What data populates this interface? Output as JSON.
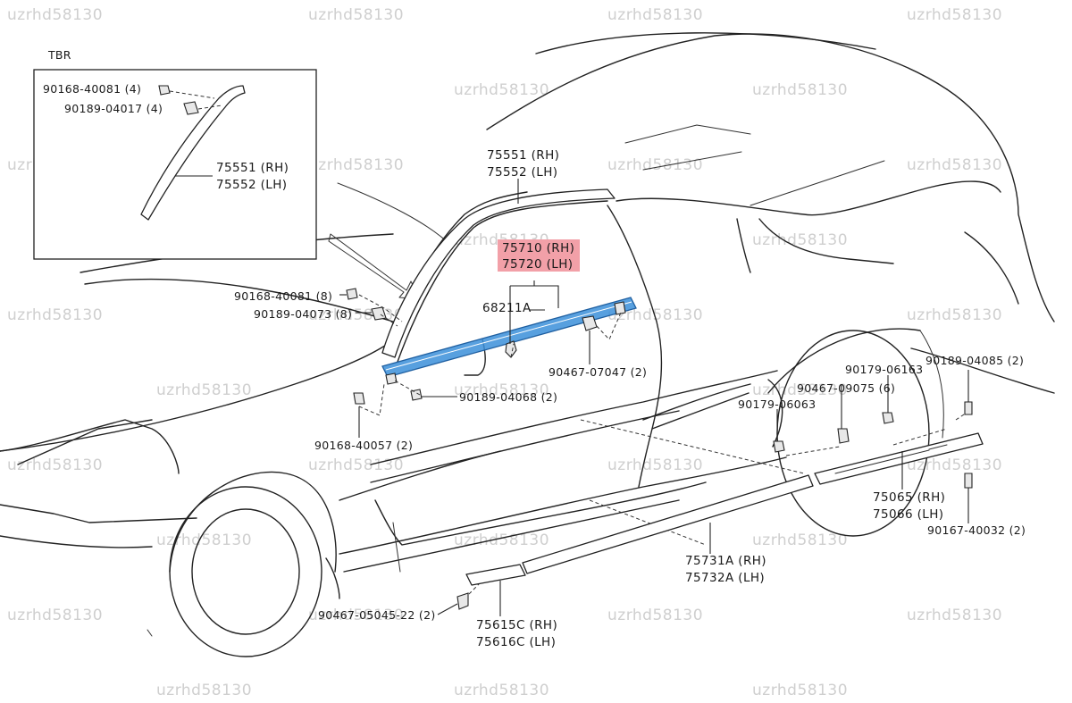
{
  "inset": {
    "title": "TBR",
    "labels": [
      "90168-40081 (4)",
      "90189-04017 (4)",
      "75551 (RH)",
      "75552 (LH)"
    ]
  },
  "parts": {
    "roof_molding": [
      "75551 (RH)",
      "75552 (LH)"
    ],
    "belt_molding": [
      "75710 (RH)",
      "75720 (LH)"
    ],
    "belt_clip": "68211A",
    "clip_a": [
      "90168-40081 (8)",
      "90189-04073 (8)"
    ],
    "clip_b": "90467-07047 (2)",
    "clip_c": "90189-04068 (2)",
    "clip_d": "90168-40057 (2)",
    "rear_clips": [
      "90179-06163",
      "90467-09075 (6)",
      "90179-06063"
    ],
    "screw_top": "90189-04085 (2)",
    "screw_bottom": "90167-40032 (2)",
    "rocker_rear": [
      "75065 (RH)",
      "75066 (LH)"
    ],
    "rocker_main": [
      "75731A (RH)",
      "75732A (LH)"
    ],
    "rocker_front": [
      "75615C (RH)",
      "75616C (LH)"
    ],
    "front_clip": "90467-05045-22 (2)"
  },
  "watermark": "uzrhd58130",
  "colors": {
    "highlight_label": "#f2a0a8",
    "highlight_part": "#3b8fd9"
  }
}
